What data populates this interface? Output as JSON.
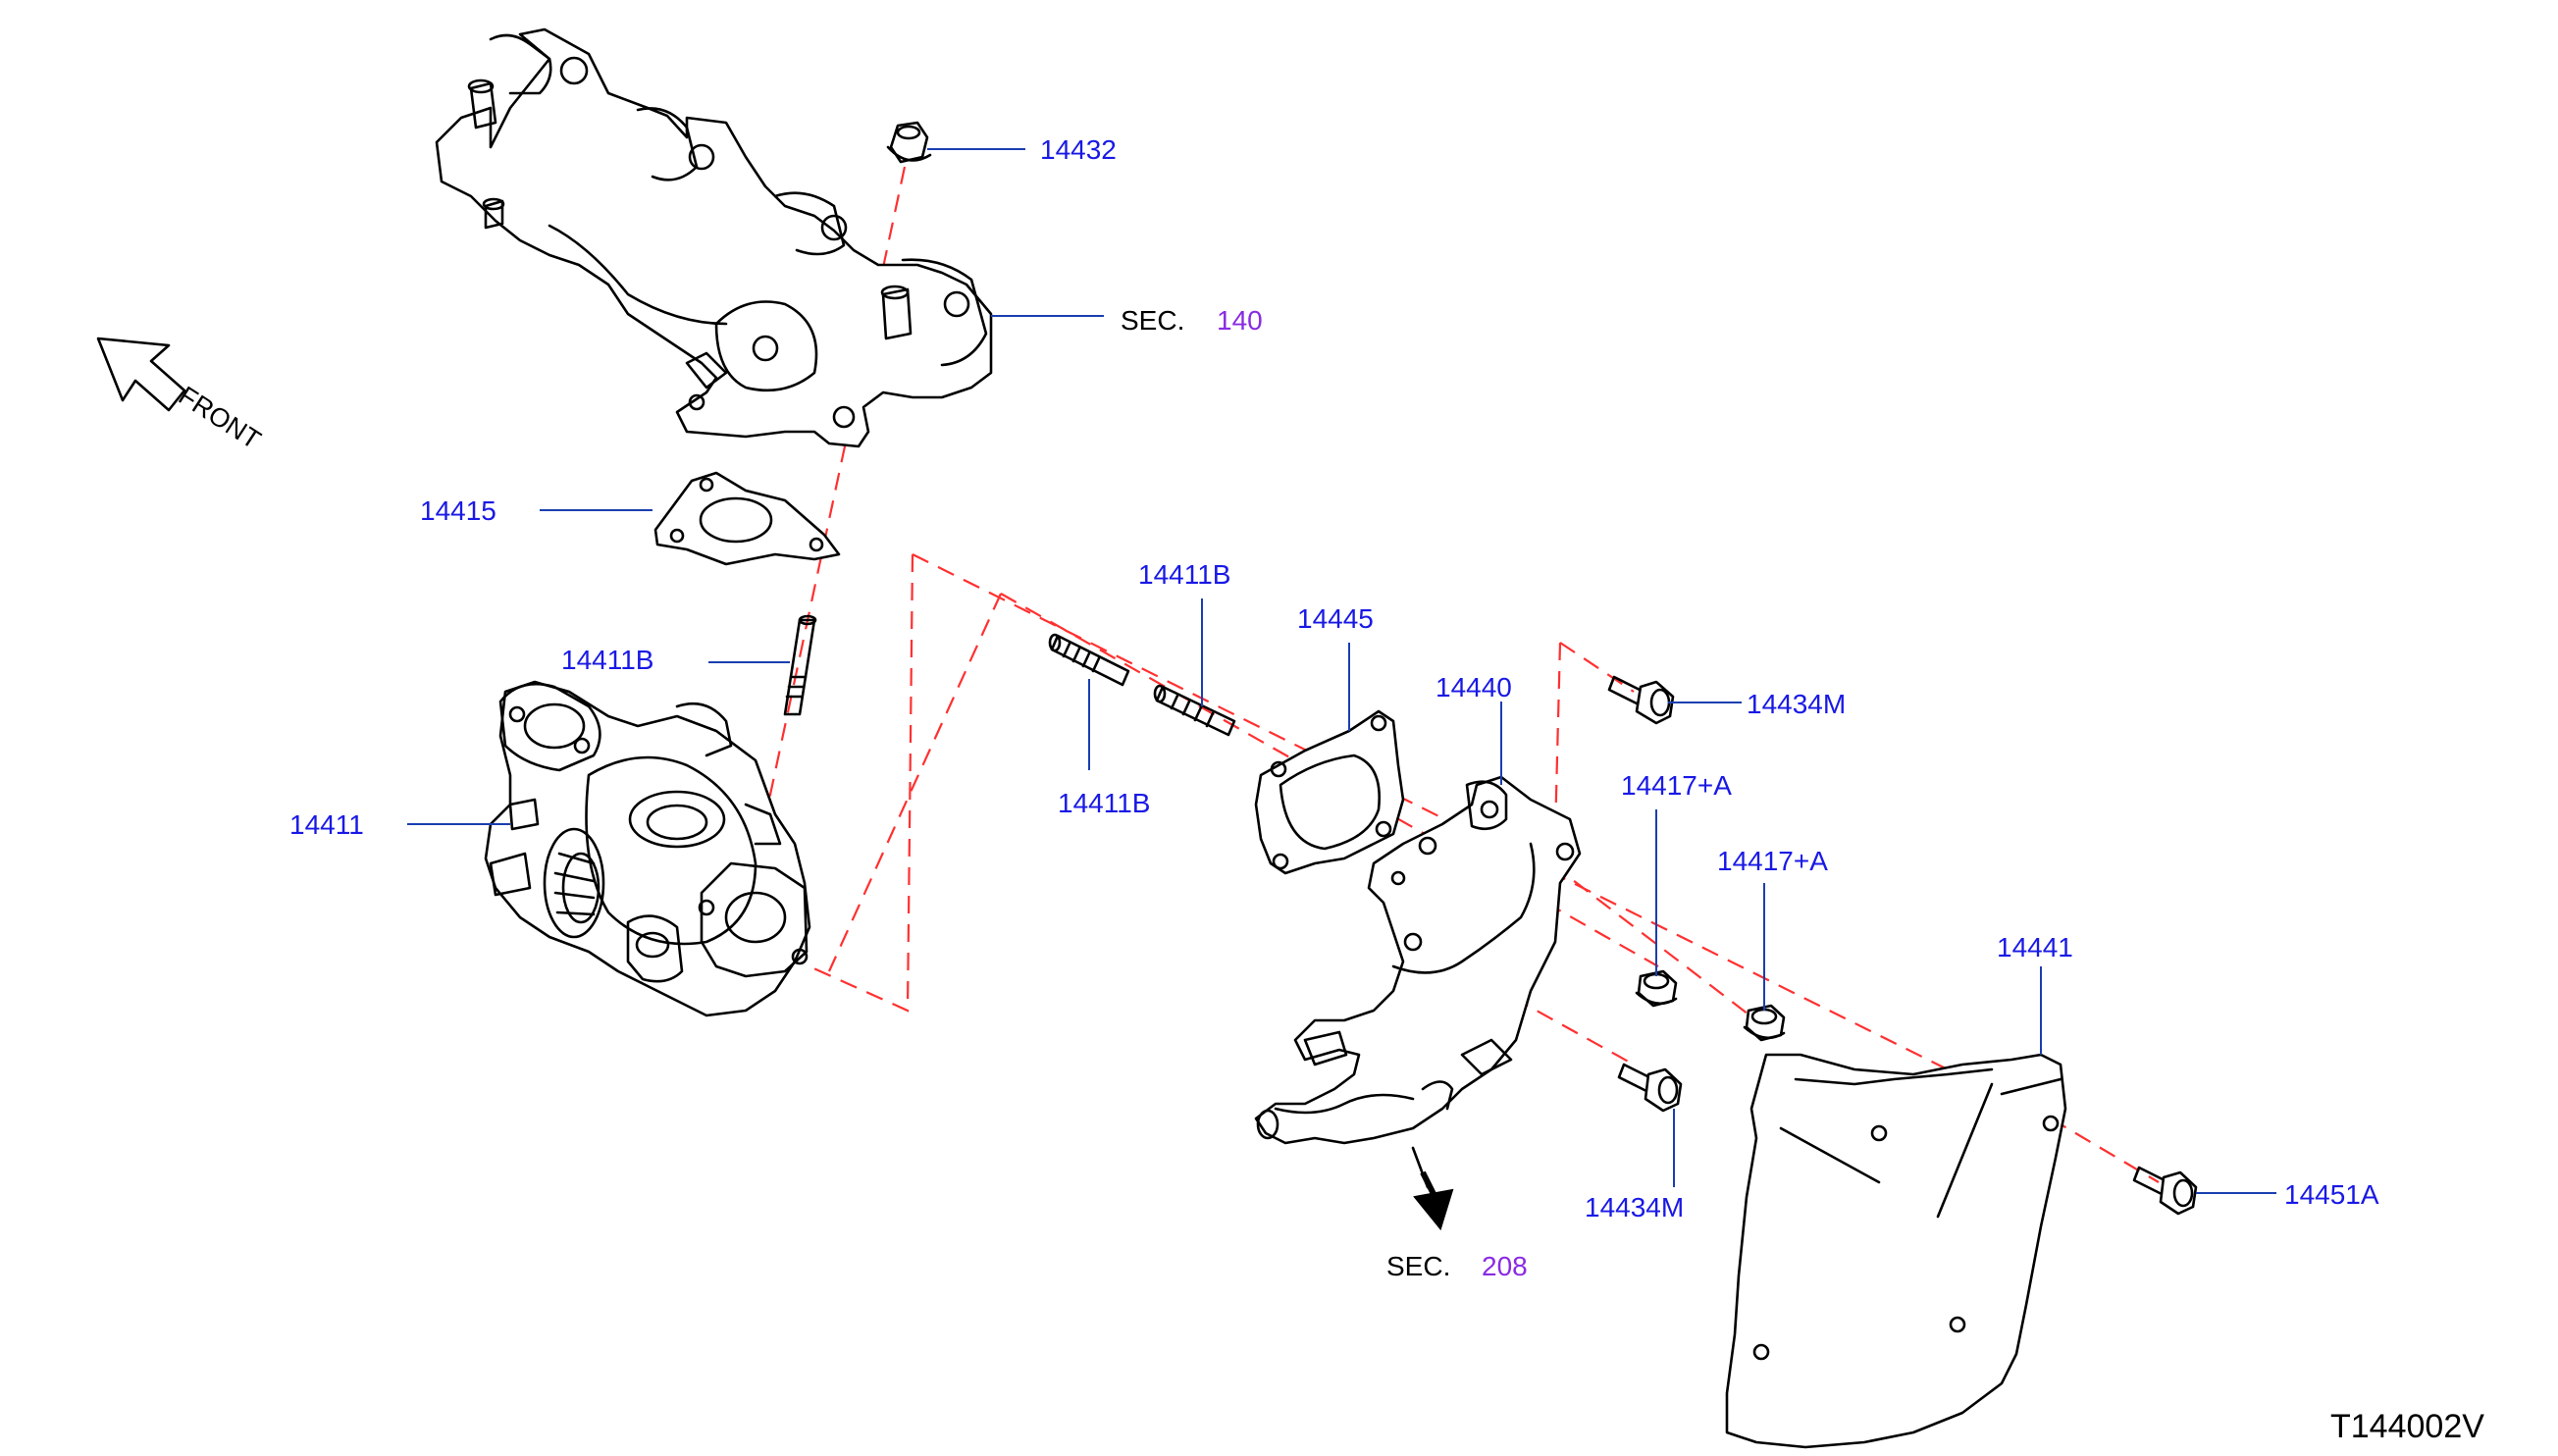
{
  "diagram_id": "T144002V",
  "direction_label": "FRONT",
  "sections": [
    {
      "prefix": "SEC.",
      "number": "140"
    },
    {
      "prefix": "SEC.",
      "number": "208"
    }
  ],
  "callouts": [
    "14432",
    "14415",
    "14411B",
    "14411",
    "14411B",
    "14411B",
    "14445",
    "14440",
    "14434M",
    "14417+A",
    "14417+A",
    "14441",
    "14434M",
    "14451A"
  ]
}
